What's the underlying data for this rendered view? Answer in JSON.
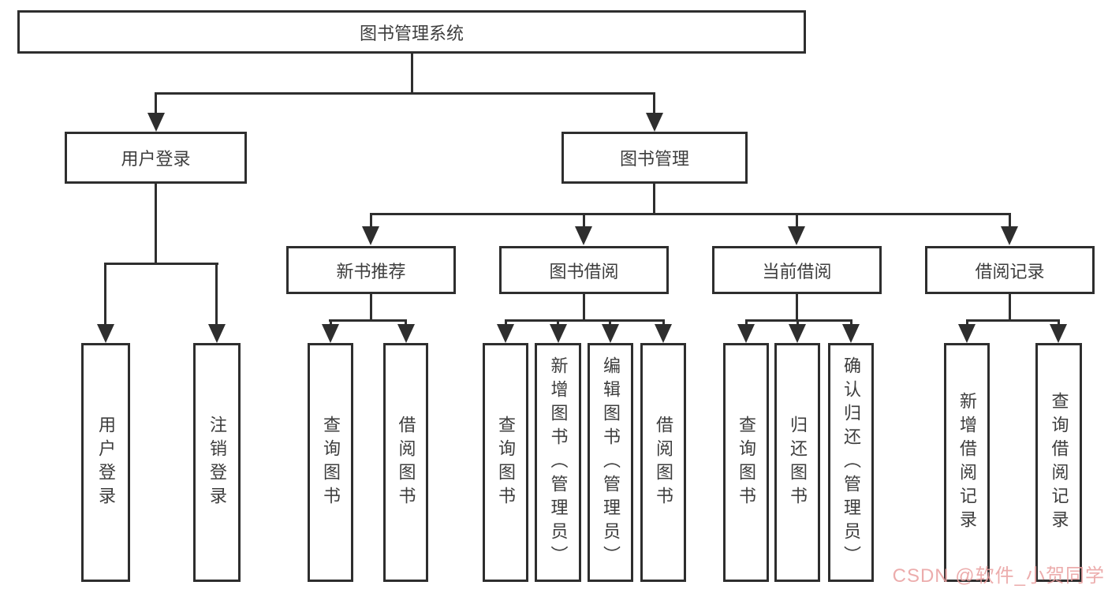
{
  "tree": {
    "root": "图书管理系统",
    "branches": [
      {
        "label": "用户登录",
        "children": [
          "用户登录",
          "注销登录"
        ]
      },
      {
        "label": "图书管理",
        "children": [
          {
            "label": "新书推荐",
            "children": [
              "查询图书",
              "借阅图书"
            ]
          },
          {
            "label": "图书借阅",
            "children": [
              "查询图书",
              "新增图书（管理员）",
              "编辑图书（管理员）",
              "借阅图书"
            ]
          },
          {
            "label": "当前借阅",
            "children": [
              "查询图书",
              "归还图书",
              "确认归还（管理员）"
            ]
          },
          {
            "label": "借阅记录",
            "children": [
              "新增借阅记录",
              "查询借阅记录"
            ]
          }
        ]
      }
    ]
  },
  "watermark": "CSDN @软件_小贺同学",
  "colors": {
    "line": "#2e2e2e",
    "text": "#3d3d3d",
    "background": "#ffffff",
    "watermark": "#e99e9e"
  }
}
